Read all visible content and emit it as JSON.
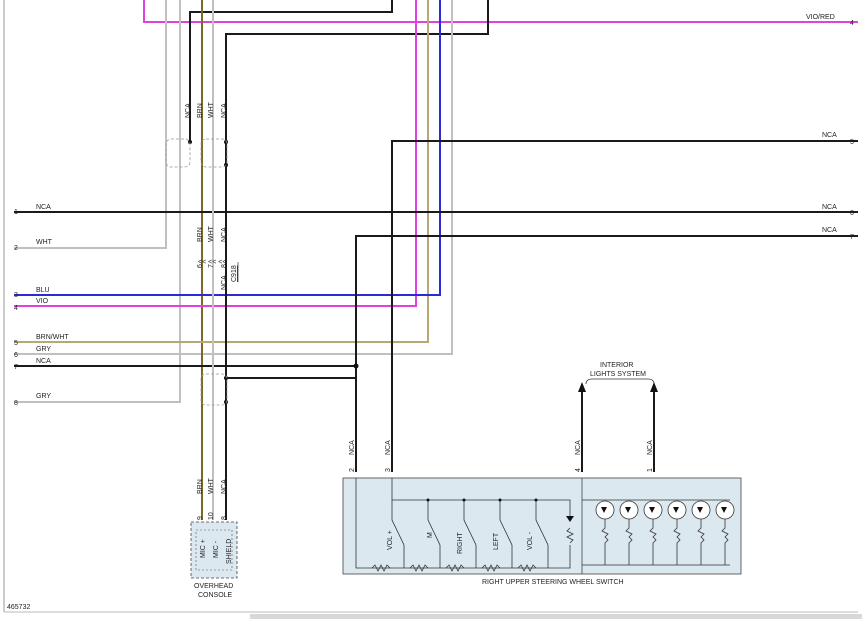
{
  "diagram": {
    "figure_id": "465732",
    "left_pins": [
      "1",
      "2",
      "3",
      "4",
      "5",
      "6",
      "7",
      "8"
    ],
    "right_pins": [
      "4",
      "5",
      "6",
      "7"
    ],
    "wire_labels": {
      "vio_red": "VIO/RED",
      "nca": "NCA",
      "wht": "WHT",
      "blu": "BLU",
      "vio": "VIO",
      "brn_wht": "BRN/WHT",
      "gry": "GRY",
      "brn": "BRN"
    },
    "connector": {
      "name": "C918",
      "pin6": "6",
      "pin7": "7",
      "pin8": "8"
    },
    "overhead_console": {
      "title_line1": "OVERHEAD",
      "title_line2": "CONSOLE",
      "pins": [
        "9",
        "10",
        "8"
      ],
      "terminals": [
        "MIC +",
        "MIC -",
        "SHIELD"
      ]
    },
    "switch": {
      "title": "RIGHT UPPER STEERING WHEEL SWITCH",
      "pins": [
        "2",
        "3",
        "4",
        "1"
      ],
      "buttons": [
        "VOL +",
        "M",
        "RIGHT",
        "LEFT",
        "VOL -"
      ]
    },
    "interior_lights": {
      "line1": "INTERIOR",
      "line2": "LIGHTS SYSTEM"
    }
  },
  "colors": {
    "black": "#1a1a1a",
    "magenta": "#e040e0",
    "blue": "#2a2ad8",
    "brown": "#7a6a2a",
    "tan": "#b8a878",
    "gray": "#b4b4b4",
    "switch_fill": "#dce8f0"
  }
}
